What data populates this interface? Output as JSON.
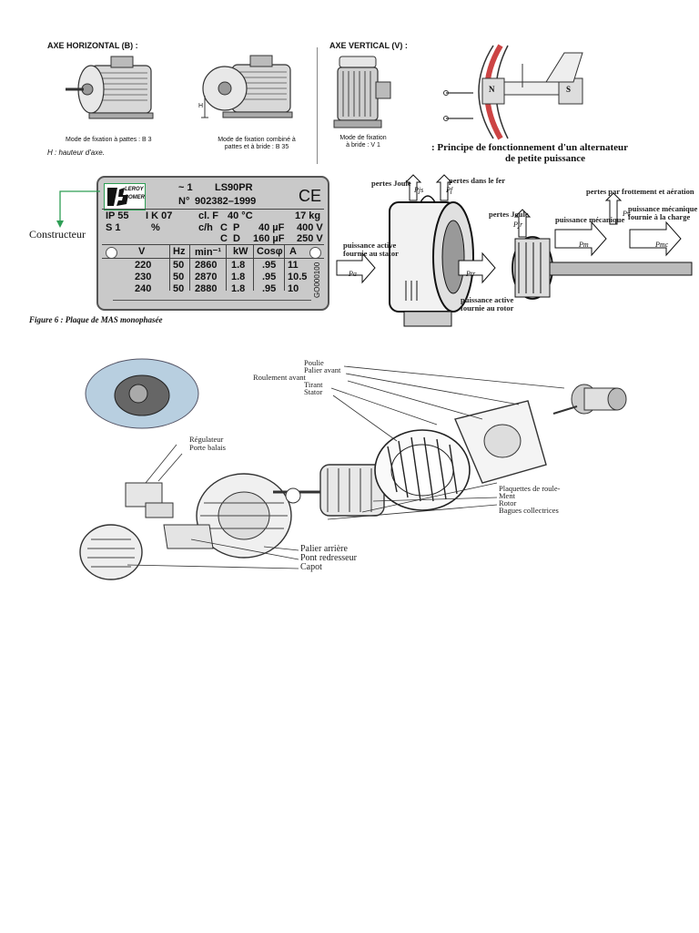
{
  "motors": {
    "horizontal_title": "AXE HORIZONTAL (B) :",
    "vertical_title": "AXE VERTICAL (V) :",
    "b3_caption": "Mode de fixation à pattes : B 3",
    "b35_caption_1": "Mode de fixation combiné à",
    "b35_caption_2": "pattes et à bride : B 35",
    "v1_caption_1": "Mode de fixation",
    "v1_caption_2": "à bride : V 1",
    "h_note": "H : hauteur d'axe.",
    "h_mark": "H"
  },
  "alternator_principle": {
    "pole_n": "N",
    "pole_s": "S",
    "caption_1": ": Principe de fonctionnement d'un alternateur",
    "caption_2": "de petite puissance"
  },
  "nameplate": {
    "brand_1": "LEROY",
    "brand_2": "SOMER",
    "phase": "~ 1",
    "model": "LS90PR",
    "serial_prefix": "N°",
    "serial": "902382–1999",
    "ce_mark": "CE",
    "ip": "IP 55",
    "ik": "I K 07",
    "insulation_class": "cl. F",
    "temperature": "40 °C",
    "weight": "17 kg",
    "duty": "S 1",
    "duty_pct": "%",
    "cycles": "c/h",
    "cap_c": "C",
    "cap_p_letter": "P",
    "cap_p_value": "40 µF",
    "cap_p_voltage": "400 V",
    "cap_c2": "C",
    "cap_d_letter": "D",
    "cap_d_value": "160 µF",
    "cap_d_voltage": "250 V",
    "col_headers": [
      "V",
      "Hz",
      "min⁻¹",
      "kW",
      "Cosφ",
      "A"
    ],
    "rows": [
      [
        "220",
        "50",
        "2860",
        "1.8",
        ".95",
        "11"
      ],
      [
        "230",
        "50",
        "2870",
        "1.8",
        ".95",
        "10.5"
      ],
      [
        "240",
        "50",
        "2880",
        "1.8",
        ".95",
        "10"
      ]
    ],
    "side_code": "GO000100",
    "constructor_label": "Constructeur",
    "figure_caption": "Figure 6 : Plaque de MAS monophasée"
  },
  "power_flow": {
    "pertes_joule_stator": "pertes Joule",
    "pertes_fer": "pertes dans le fer",
    "pertes_joule_rotor": "pertes Joule",
    "pertes_meca": "pertes par frottement et aération",
    "puissance_mecanique": "puissance mécanique",
    "puissance_meca_charge_1": "puissance mécanique",
    "puissance_meca_charge_2": "fournie à la charge",
    "puissance_active_stator_1": "puissance active",
    "puissance_active_stator_2": "fournie au stator",
    "puissance_active_rotor_1": "puissance active",
    "puissance_active_rotor_2": "fournie au rotor",
    "sym_pjs": "Pjs",
    "sym_pf": "Pf",
    "sym_pjr": "Pjr",
    "sym_pv": "Pv",
    "sym_pa": "Pa",
    "sym_ptr": "Ptr",
    "sym_pm": "Pm",
    "sym_pmc": "Pmc"
  },
  "exploded": {
    "labels_top": [
      "Poulie",
      "Palier avant",
      "Roulement avant",
      "Tirant",
      "Stator"
    ],
    "labels_left": [
      "Régulateur",
      "Porte balais"
    ],
    "labels_right": [
      "Plaquettes de roule-",
      "Ment",
      "Rotor",
      "Bagues collectrices"
    ],
    "labels_bottom": [
      "Palier arrière",
      "Pont redresseur",
      "Capot"
    ]
  }
}
